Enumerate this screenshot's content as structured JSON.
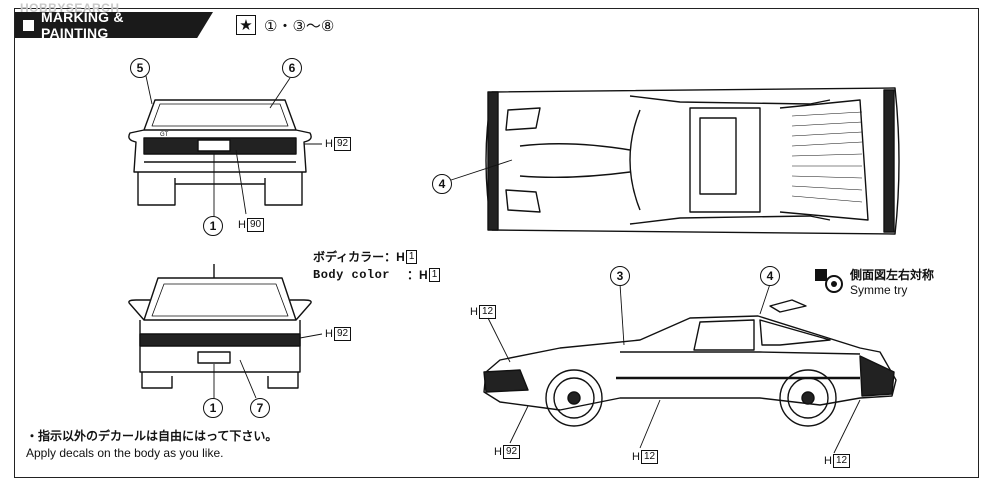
{
  "watermark": "HOBBYSEARCH",
  "header": {
    "title": "MARKING & PAINTING",
    "marks": "①・③〜⑧"
  },
  "callouts": {
    "front_5": "5",
    "front_6": "6",
    "front_1": "1",
    "rear_1": "1",
    "rear_7": "7",
    "top_4": "4",
    "side_3": "3",
    "side_4": "4"
  },
  "codes": {
    "front_right": {
      "prefix": "H",
      "num": "92"
    },
    "front_bottom": {
      "prefix": "H",
      "num": "90"
    },
    "rear_right": {
      "prefix": "H",
      "num": "92"
    },
    "side_front": {
      "prefix": "H",
      "num": "12"
    },
    "side_bottom_left": {
      "prefix": "H",
      "num": "92"
    },
    "side_bottom_mid": {
      "prefix": "H",
      "num": "12"
    },
    "side_bottom_right": {
      "prefix": "H",
      "num": "12"
    }
  },
  "body_color": {
    "jp_label": "ボディカラー：",
    "en_label": "Body  color",
    "en_colon": "：",
    "prefix": "H",
    "num": "1"
  },
  "symmetry": {
    "jp": "側面図左右対称",
    "en": "Symme try"
  },
  "note": {
    "jp": "・指示以外のデカールは自由にはって下さい。",
    "en": "Apply decals on the body as you like."
  }
}
